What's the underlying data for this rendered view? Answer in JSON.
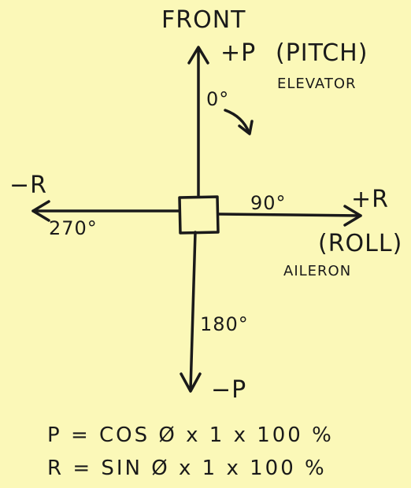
{
  "labels": {
    "front": "FRONT",
    "plus_p": "+P",
    "pitch": "(PITCH)",
    "elevator": "ELEVATOR",
    "zero_deg": "0°",
    "minus_r": "−R",
    "plus_r": "+R",
    "ninety_deg": "90°",
    "two_seventy_deg": "270°",
    "roll": "(ROLL)",
    "aileron": "AILERON",
    "one_eighty_deg": "180°",
    "minus_p": "−P"
  },
  "formulas": {
    "pitch": "P = COS Ø x 1 x 100 %",
    "roll": "R = SIN Ø x 1 x 100 %"
  }
}
